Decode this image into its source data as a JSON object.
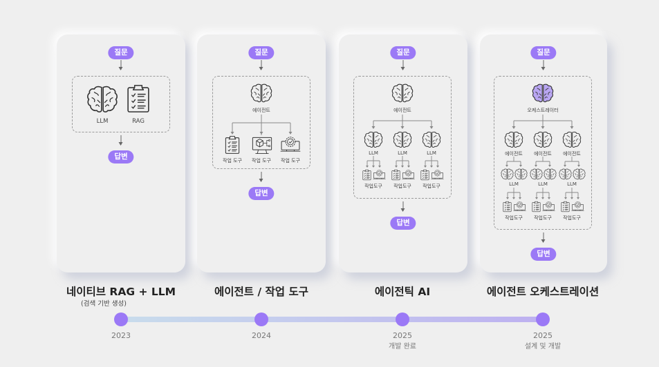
{
  "colors": {
    "accent": "#9b79f6",
    "background": "#efefef",
    "orchestrator_fill": "#b9a6f2",
    "timeline_start": "#c8dcec",
    "timeline_end": "#bdb0f0"
  },
  "common": {
    "question": "질문",
    "answer": "답변"
  },
  "stages": [
    {
      "title": "네이티브 RAG + LLM",
      "subtitle": "(검색 기반 생성)",
      "year": "2023",
      "year_note": "",
      "diagram": {
        "components": [
          {
            "icon": "brain-icon",
            "label": "LLM"
          },
          {
            "icon": "clipboard-checklist-icon",
            "label": "RAG"
          }
        ]
      }
    },
    {
      "title": "에이전트 / 작업 도구",
      "subtitle": "",
      "year": "2024",
      "year_note": "",
      "diagram": {
        "root": {
          "icon": "brain-icon",
          "label": "에이전트"
        },
        "tools": [
          {
            "icon": "clipboard-checklist-icon",
            "label": "작업 도구"
          },
          {
            "icon": "cube-monitor-icon",
            "label": "작업 도구"
          },
          {
            "icon": "gear-monitor-icon",
            "label": "작업 도구"
          }
        ]
      }
    },
    {
      "title": "에이전틱 AI",
      "subtitle": "",
      "year": "2025",
      "year_note": "개발 완료",
      "diagram": {
        "root": {
          "icon": "brain-icon",
          "label": "에이전트"
        },
        "children": [
          {
            "icon": "brain-icon",
            "label": "LLM",
            "tools_label": "작업도구"
          },
          {
            "icon": "brain-icon",
            "label": "LLM",
            "tools_label": "작업도구"
          },
          {
            "icon": "brain-icon",
            "label": "LLM",
            "tools_label": "작업도구"
          }
        ]
      }
    },
    {
      "title": "에이전트 오케스트레이션",
      "subtitle": "",
      "year": "2025",
      "year_note": "설계 및 개발",
      "diagram": {
        "root": {
          "icon": "brain-icon-highlighted",
          "label": "오케스트레이터"
        },
        "children": [
          {
            "label": "에이전트",
            "llm_label": "LLM",
            "tools_label": "작업도구"
          },
          {
            "label": "에이전트",
            "llm_label": "LLM",
            "tools_label": "작업도구"
          },
          {
            "label": "에이전트",
            "llm_label": "LLM",
            "tools_label": "작업도구"
          }
        ]
      }
    }
  ]
}
